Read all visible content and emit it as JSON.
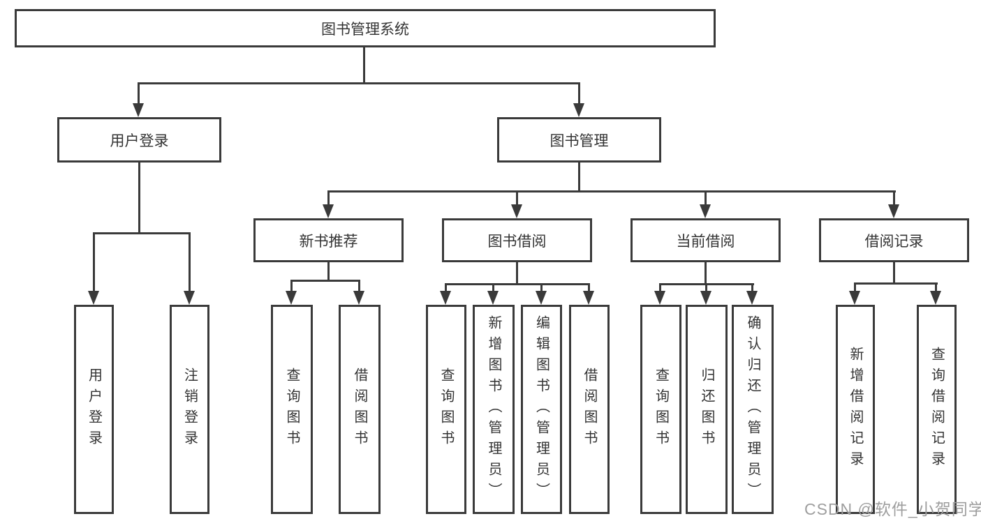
{
  "diagram": {
    "title": "图书管理系统",
    "level2": {
      "user_login": "用户登录",
      "book_management": "图书管理"
    },
    "level3": {
      "new_book_recommend": "新书推荐",
      "book_borrowing": "图书借阅",
      "current_borrowing": "当前借阅",
      "borrowing_records": "借阅记录"
    },
    "leaves": {
      "user_login": [
        "用户登录",
        "注销登录"
      ],
      "new_book_recommend": [
        "查询图书",
        "借阅图书"
      ],
      "book_borrowing": [
        "查询图书",
        "新增图书（管理员）",
        "编辑图书（管理员）",
        "借阅图书"
      ],
      "current_borrowing": [
        "查询图书",
        "归还图书",
        "确认归还（管理员）"
      ],
      "borrowing_records": [
        "新增借阅记录",
        "查询借阅记录"
      ]
    }
  },
  "watermark": {
    "text": "CSDN @软件_小贺同学"
  },
  "colors": {
    "line": "#3a3a3a",
    "text": "#333333",
    "background": "#ffffff",
    "watermark": "#9e9e9e"
  }
}
